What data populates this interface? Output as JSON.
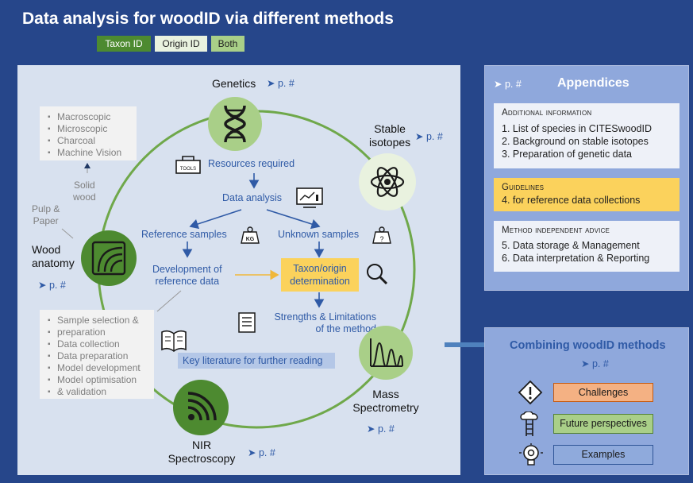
{
  "title": "Data analysis for woodID via different methods",
  "legend": {
    "taxon": "Taxon ID",
    "origin": "Origin ID",
    "both": "Both"
  },
  "colors": {
    "background": "#26468a",
    "panel": "#d8e1ef",
    "circle_green": "#a9cf88",
    "ring": "#6fa84a",
    "taxon_dark": "#4d8a30",
    "highlight": "#fbd25c",
    "challenges": "#f4b183",
    "examples": "#8faadc"
  },
  "methods": {
    "genetics": {
      "label": "Genetics",
      "page": "p. #",
      "icon": "dna-icon"
    },
    "isotopes": {
      "label_line1": "Stable",
      "label_line2": "isotopes",
      "page": "p. #",
      "icon": "atom-icon"
    },
    "wood": {
      "label_line1": "Wood",
      "label_line2": "anatomy",
      "page": "p. #",
      "icon": "wood-rings-icon"
    },
    "nir": {
      "label_line1": "NIR",
      "label_line2": "Spectroscopy",
      "page": "p. #",
      "icon": "signal-waves-icon"
    },
    "mass": {
      "label_line1": "Mass",
      "label_line2": "Spectrometry",
      "page": "p. #",
      "icon": "spectrum-peaks-icon"
    }
  },
  "wood_inputs": {
    "items": [
      "Macroscopic",
      "Microscopic",
      "Charcoal",
      "Machine Vision"
    ],
    "solid_line1": "Solid",
    "solid_line2": "wood",
    "pulp_line1": "Pulp &",
    "pulp_line2": "Paper"
  },
  "workflow": {
    "resources": "Resources required",
    "analysis": "Data analysis",
    "reference": "Reference samples",
    "unknown": "Unknown samples",
    "dev_line1": "Development of",
    "dev_line2": "reference data",
    "taxon_line1": "Taxon/origin",
    "taxon_line2": "determination",
    "strengths_line1": "Strengths & Limitations",
    "strengths_line2": "of the method",
    "literature": "Key literature for further reading",
    "kg_label": "KG",
    "unknown_mark": "?",
    "tools_label": "TOOLS"
  },
  "steps": [
    "Sample selection &",
    "preparation",
    "Data collection",
    "Data preparation",
    "Model development",
    "Model optimisation",
    "& validation"
  ],
  "appendices": {
    "page": "p. #",
    "title": "Appendices",
    "additional": {
      "heading": "Additional information",
      "items": [
        "1.  List of species in CITESwoodID",
        "2.  Background on stable isotopes",
        "3.  Preparation of genetic data"
      ]
    },
    "guidelines": {
      "heading": "Guidelines",
      "items": [
        "4.  for reference data collections"
      ]
    },
    "advice": {
      "heading": "Method independent advice",
      "items": [
        "5.  Data storage & Management",
        "6.  Data interpretation & Reporting"
      ]
    }
  },
  "combining": {
    "title": "Combining woodID methods",
    "page": "p. #",
    "challenges": "Challenges",
    "future": "Future perspectives",
    "examples": "Examples"
  }
}
